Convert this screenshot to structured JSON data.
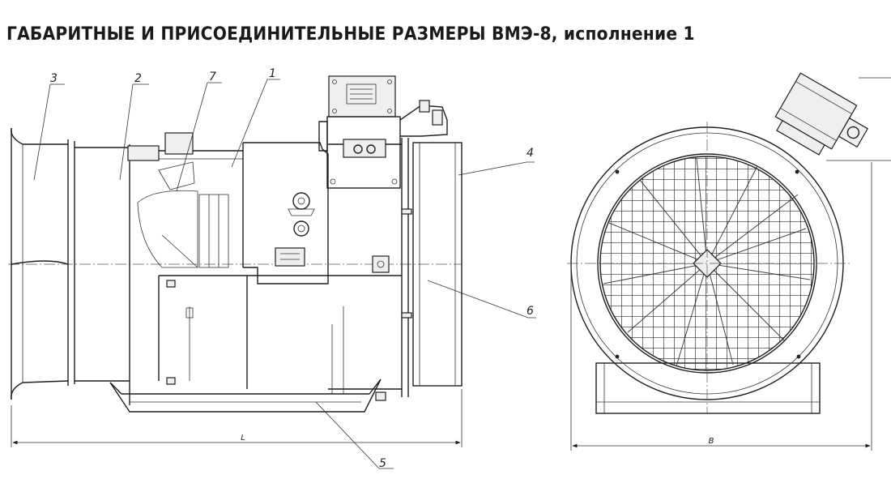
{
  "title": "ГАБАРИТНЫЕ И ПРИСОЕДИНИТЕЛЬНЫЕ РАЗМЕРЫ ВМЭ-8, исполнение 1",
  "callouts": [
    "1",
    "2",
    "3",
    "4",
    "5",
    "6",
    "7"
  ],
  "dimensions": {
    "length": "L",
    "width": "B"
  }
}
